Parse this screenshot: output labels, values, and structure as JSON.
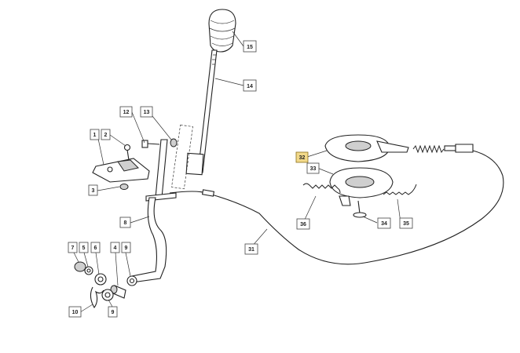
{
  "diagram": {
    "callouts": [
      {
        "id": "c15",
        "text": "15"
      },
      {
        "id": "c14",
        "text": "14"
      },
      {
        "id": "c12",
        "text": "12"
      },
      {
        "id": "c13",
        "text": "13"
      },
      {
        "id": "c1",
        "text": "1"
      },
      {
        "id": "c2",
        "text": "2"
      },
      {
        "id": "c3",
        "text": "3"
      },
      {
        "id": "c8",
        "text": "8"
      },
      {
        "id": "c7",
        "text": "7"
      },
      {
        "id": "c5",
        "text": "5"
      },
      {
        "id": "c6",
        "text": "6"
      },
      {
        "id": "c4",
        "text": "4"
      },
      {
        "id": "c9a",
        "text": "9"
      },
      {
        "id": "c10",
        "text": "10"
      },
      {
        "id": "c9b",
        "text": "9"
      },
      {
        "id": "c31",
        "text": "31"
      },
      {
        "id": "c32",
        "text": "32",
        "highlight": true
      },
      {
        "id": "c33",
        "text": "33"
      },
      {
        "id": "c36",
        "text": "36"
      },
      {
        "id": "c34",
        "text": "34"
      },
      {
        "id": "c35",
        "text": "35"
      }
    ],
    "colors": {
      "highlight": "#f2d98a",
      "line": "#222222",
      "background": "#ffffff"
    }
  }
}
